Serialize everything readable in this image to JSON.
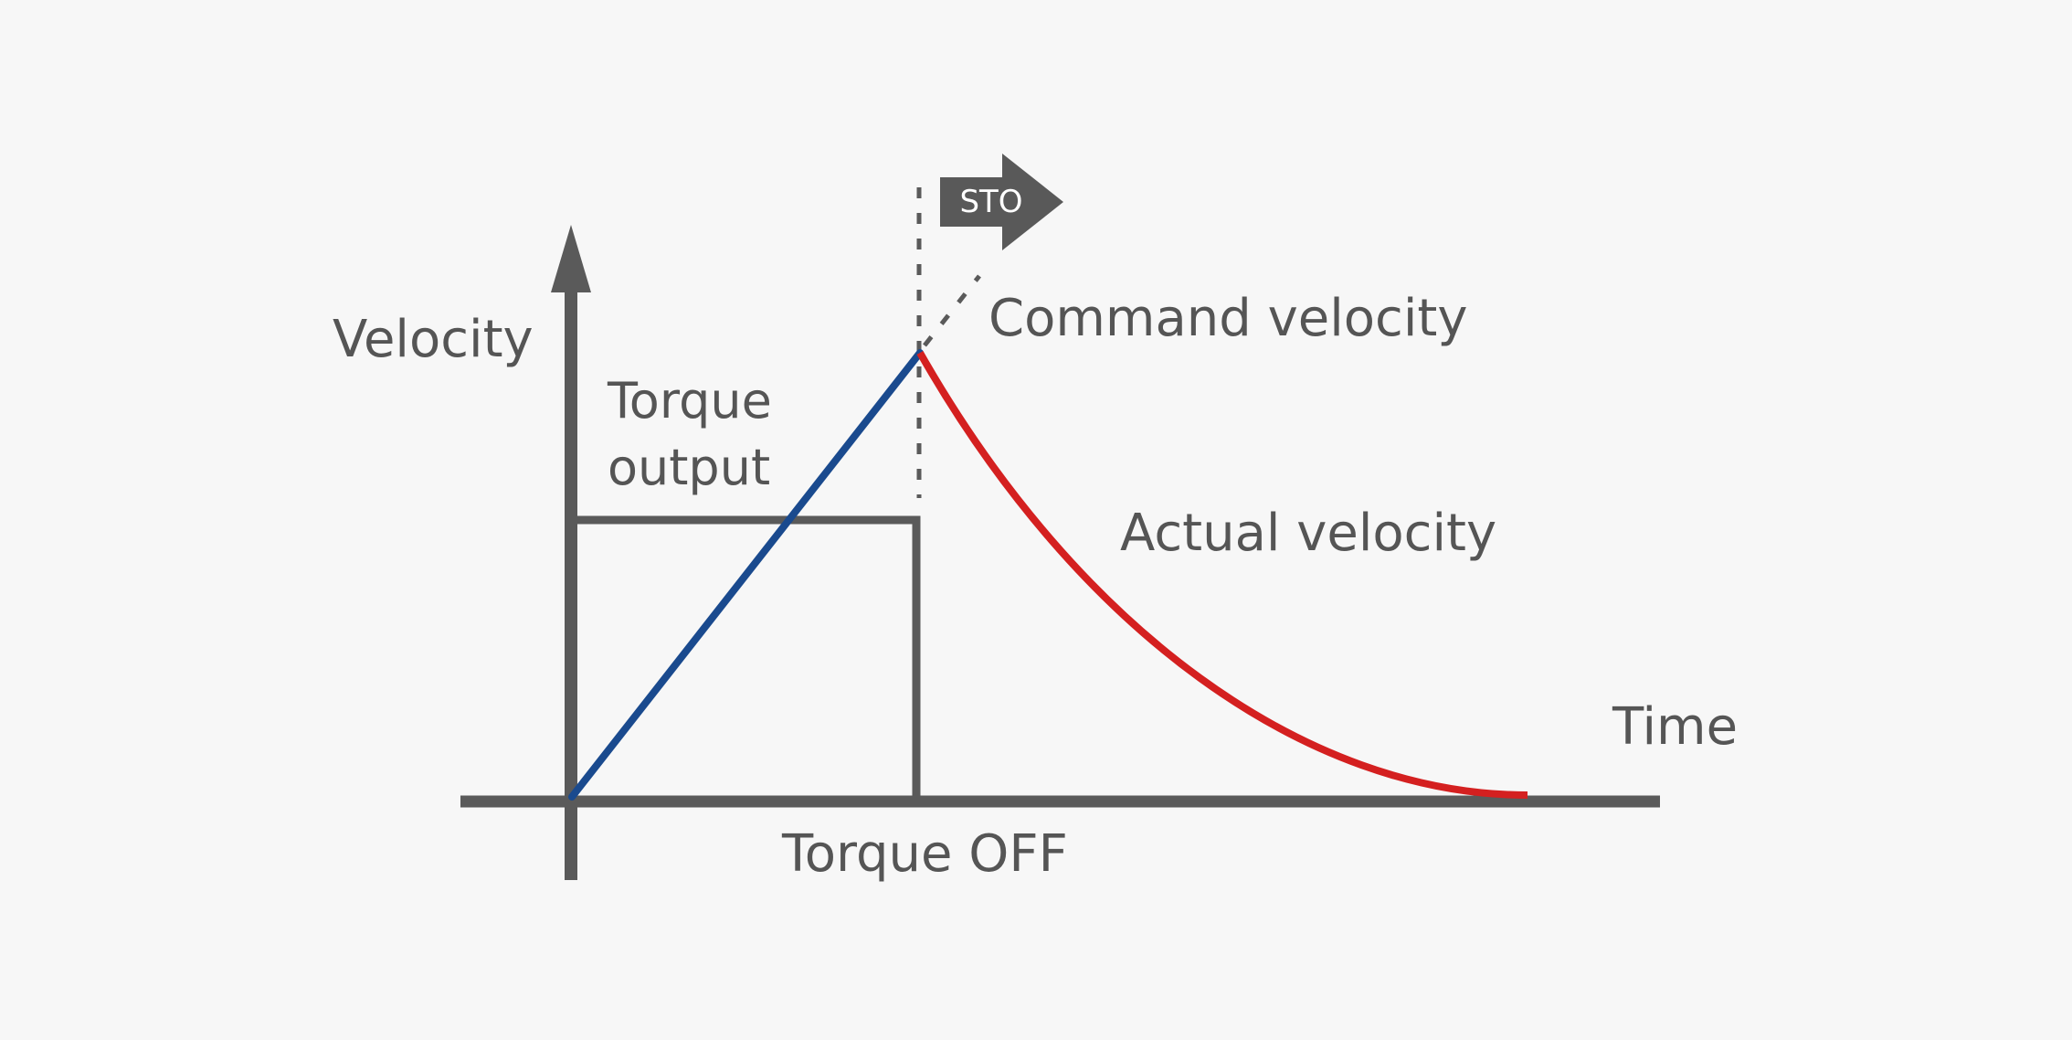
{
  "colors": {
    "background": "#f7f7f7",
    "axis": "#5a5a5a",
    "text": "#555555",
    "command_velocity": "#1a4a8e",
    "actual_velocity": "#d42020",
    "sto_badge": "#595959",
    "sto_text": "#ffffff"
  },
  "labels": {
    "velocity": "Velocity",
    "time": "Time",
    "torque_output_line1": "Torque",
    "torque_output_line2": "output",
    "command_velocity": "Command velocity",
    "actual_velocity": "Actual velocity",
    "torque_off": "Torque OFF",
    "sto": "STO"
  },
  "icons": {
    "sto_arrow": "right-arrow-icon",
    "velocity_axis_arrow": "up-arrow-icon"
  }
}
